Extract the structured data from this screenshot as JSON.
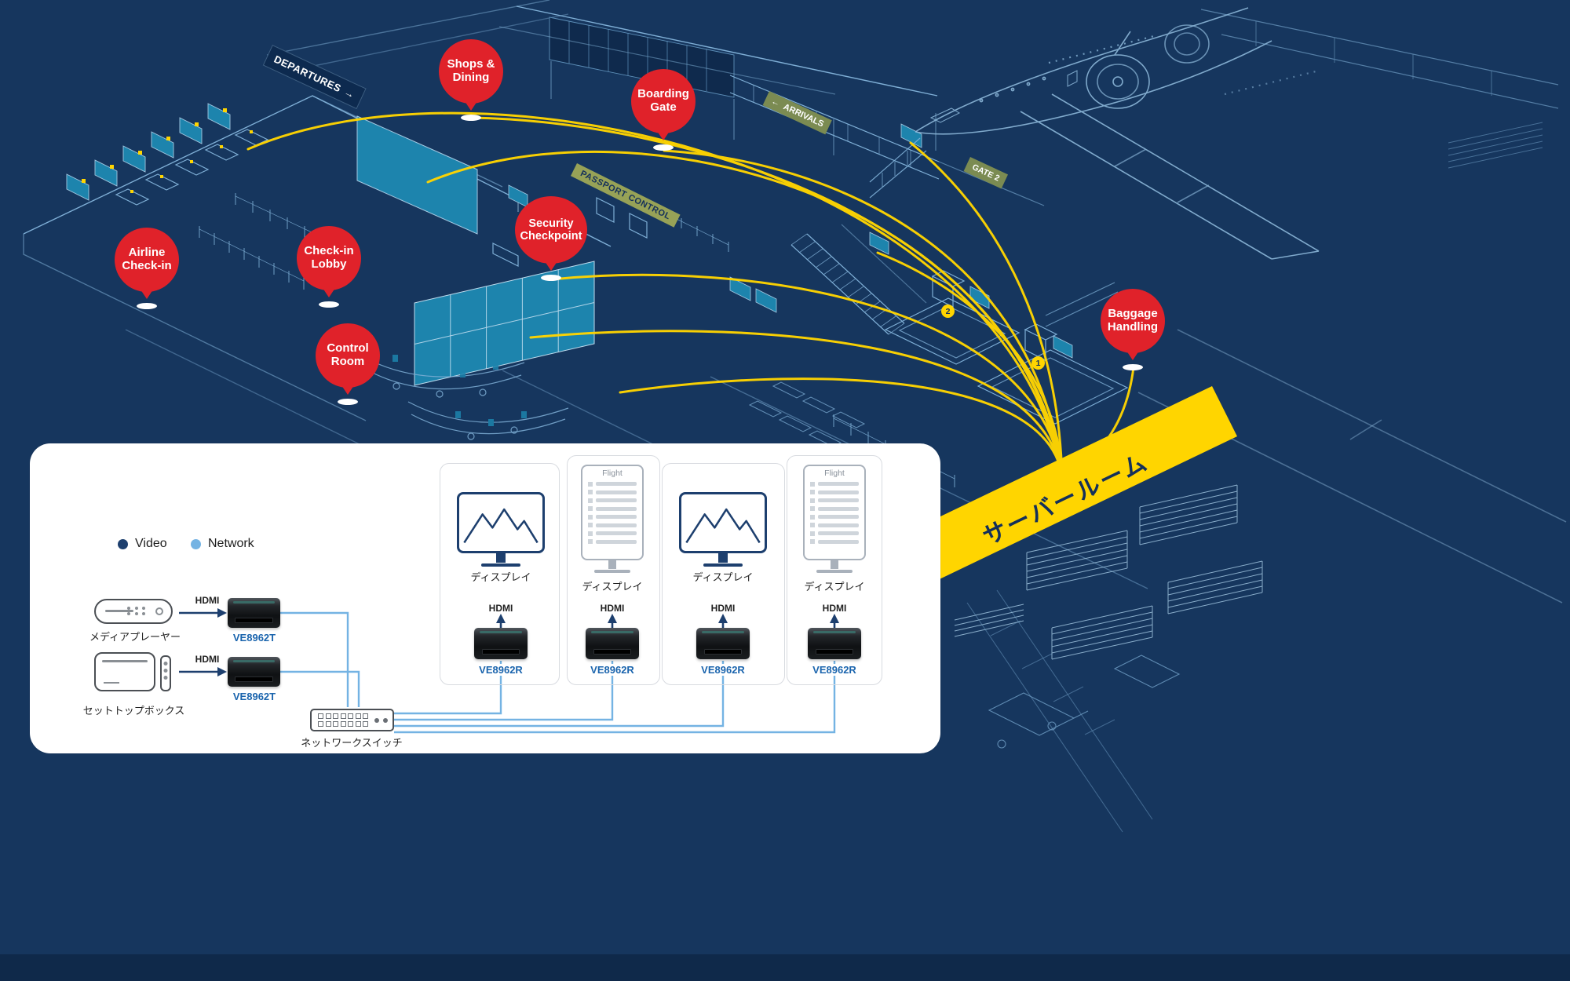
{
  "scene": {
    "pins": [
      {
        "id": "airline-checkin",
        "line1": "Airline",
        "line2": "Check-in"
      },
      {
        "id": "checkin-lobby",
        "line1": "Check-in",
        "line2": "Lobby"
      },
      {
        "id": "shops-dining",
        "line1": "Shops &",
        "line2": "Dining"
      },
      {
        "id": "control-room",
        "line1": "Control",
        "line2": "Room"
      },
      {
        "id": "security-checkpoint",
        "line1": "Security",
        "line2": "Checkpoint"
      },
      {
        "id": "boarding-gate",
        "line1": "Boarding",
        "line2": "Gate"
      },
      {
        "id": "baggage-handling",
        "line1": "Baggage",
        "line2": "Handling"
      }
    ],
    "signs": {
      "departures": "DEPARTURES",
      "departures_arrow": "→",
      "arrivals": "ARRIVALS",
      "arrivals_arrow": "←",
      "passport_control": "PASSPORT CONTROL",
      "gate2": "GATE 2"
    },
    "carousel_tags": [
      "2",
      "1"
    ],
    "server_room_label": "サーバールーム",
    "colors": {
      "background": "#16365E",
      "wireframe": "#7FAFD6",
      "accent_yellow": "#FFD500",
      "pin_red": "#E0222A",
      "screen_teal": "#1D84AD",
      "video_navy": "#1D3F6E",
      "network_blue": "#74B3E3",
      "ve_label_blue": "#1A64AD"
    }
  },
  "diagram": {
    "legend": {
      "video": "Video",
      "network": "Network"
    },
    "sources": [
      {
        "label": "メディアプレーヤー",
        "cable": "HDMI",
        "device": "VE8962T"
      },
      {
        "label": "セットトップボックス",
        "cable": "HDMI",
        "device": "VE8962T"
      }
    ],
    "network_switch": {
      "label": "ネットワークスイッチ"
    },
    "endpoints": [
      {
        "kind": "image-display",
        "display": "ディスプレイ",
        "cable": "HDMI",
        "device": "VE8962R"
      },
      {
        "kind": "flight-board",
        "board_title": "Flight",
        "display": "ディスプレイ",
        "cable": "HDMI",
        "device": "VE8962R"
      },
      {
        "kind": "image-display",
        "display": "ディスプレイ",
        "cable": "HDMI",
        "device": "VE8962R"
      },
      {
        "kind": "flight-board",
        "board_title": "Flight",
        "display": "ディスプレイ",
        "cable": "HDMI",
        "device": "VE8962R"
      }
    ]
  }
}
